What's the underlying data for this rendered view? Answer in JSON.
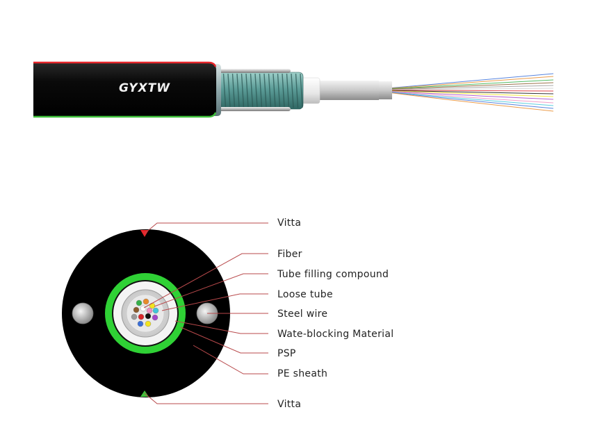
{
  "cable": {
    "model_text": "GYXTW"
  },
  "labels": {
    "vitta_top": "Vitta",
    "fiber": "Fiber",
    "tube_filling_compound": "Tube filling compound",
    "loose_tube": "Loose tube",
    "steel_wire": "Steel wire",
    "water_blocking_material": "Wate-blocking Material",
    "psp": "PSP",
    "pe_sheath": "PE sheath",
    "vitta_bottom": "Vitta"
  },
  "colors": {
    "sheath": "#000000",
    "vitta_top": "#e8262b",
    "vitta_bottom": "#3fbf3a",
    "water_blocking": "#2fd135",
    "leader_line": "#b8494b",
    "fiber_colors": [
      "#3a6fd8",
      "#e88b2a",
      "#35b04a",
      "#8a5a2c",
      "#9a9a9a",
      "#ffffff",
      "#d8262b",
      "#111111",
      "#f2e51f",
      "#a347c9",
      "#f08ec0",
      "#3fc6d8"
    ]
  }
}
